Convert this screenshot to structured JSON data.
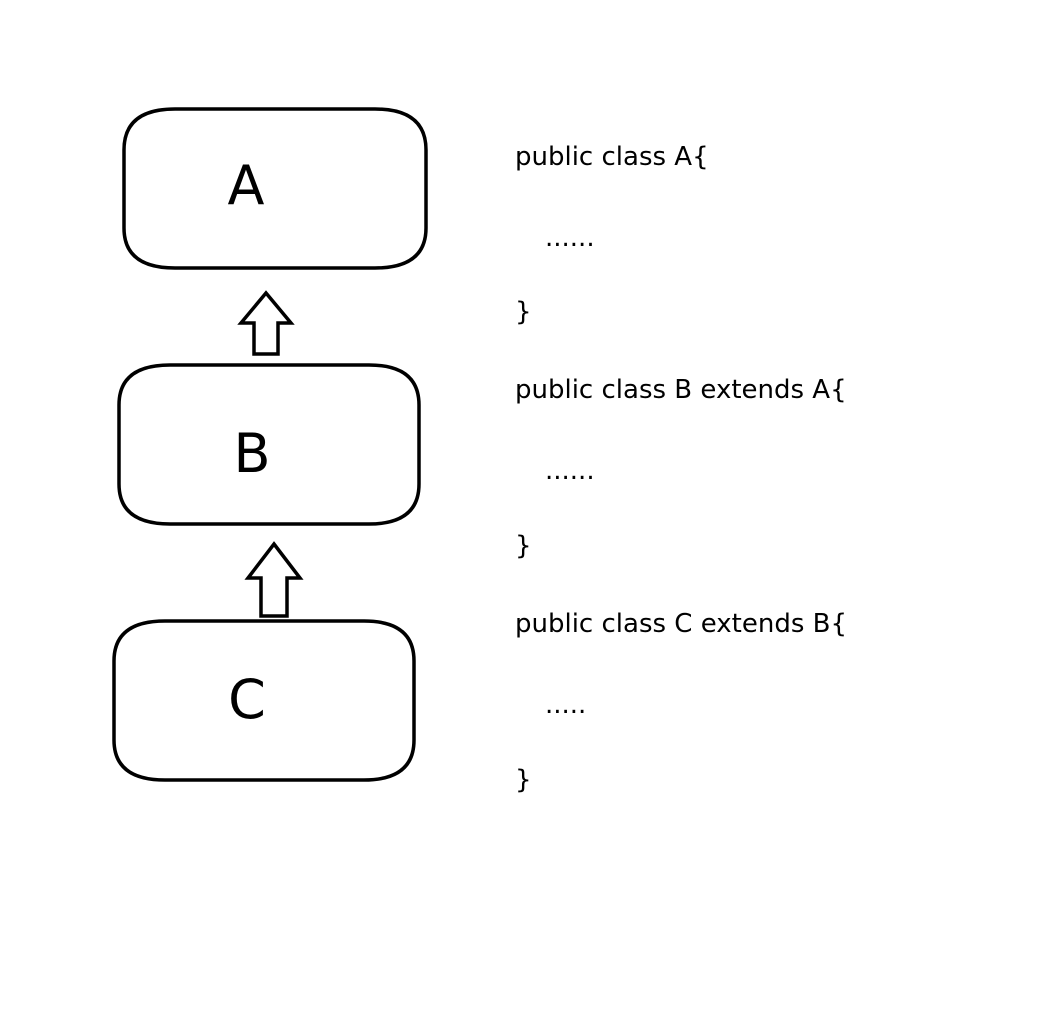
{
  "diagram": {
    "boxes": [
      {
        "label": "A"
      },
      {
        "label": "B"
      },
      {
        "label": "C"
      }
    ]
  },
  "code": {
    "class_a": {
      "declaration": "public class A{",
      "body": "......",
      "close": "}"
    },
    "class_b": {
      "declaration": "public class B extends A{",
      "body": "......",
      "close": "}"
    },
    "class_c": {
      "declaration": "public class C extends B{",
      "body": ".....",
      "close": "}"
    }
  }
}
